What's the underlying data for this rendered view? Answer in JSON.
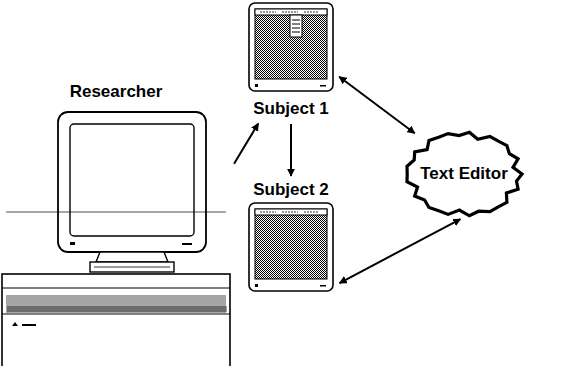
{
  "diagram": {
    "nodes": [
      {
        "text": [
          "Researcher"
        ]
      },
      {
        "text": [
          "Subject 1"
        ]
      },
      {
        "text": [
          "Subject 2"
        ]
      },
      {
        "text": [
          "Text Editor"
        ]
      }
    ],
    "edges": [
      {
        "from": 0,
        "to": 1,
        "arrow": "to"
      },
      {
        "from": 1,
        "to": 2,
        "arrow": "to"
      },
      {
        "from": 1,
        "to": 3,
        "arrow": "both"
      },
      {
        "from": 2,
        "to": 3,
        "arrow": "both"
      }
    ]
  }
}
